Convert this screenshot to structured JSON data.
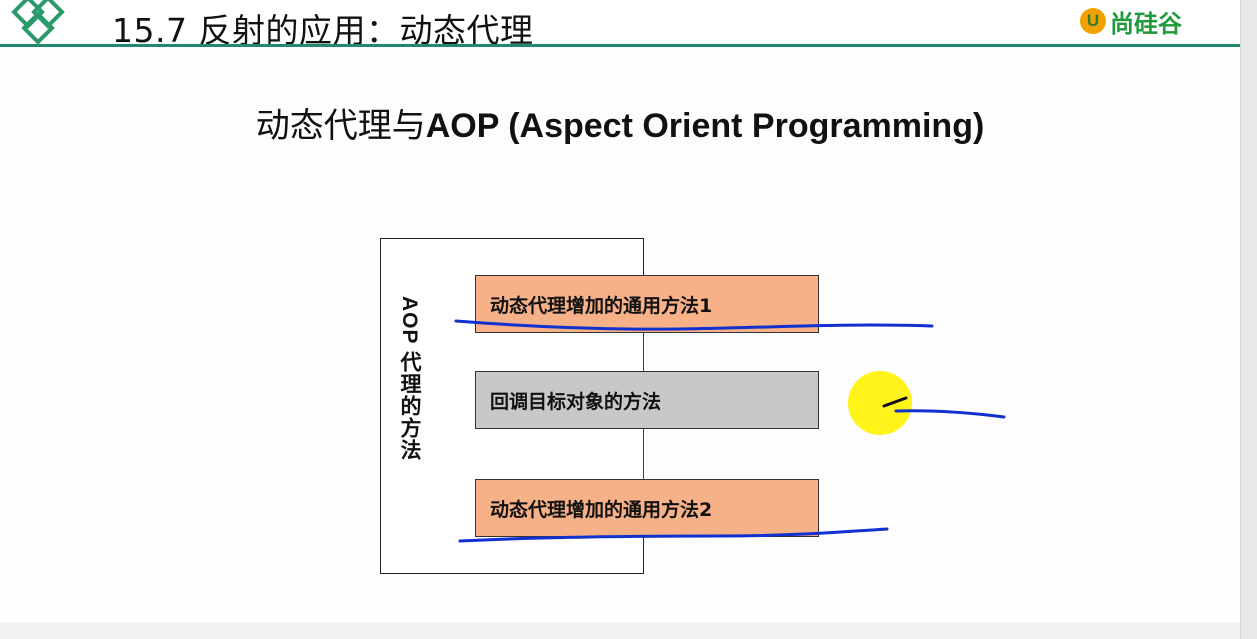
{
  "header": {
    "title": "15.7 反射的应用：动态代理",
    "brand_mark": "U",
    "brand_name": "尚硅谷",
    "colors": {
      "rule": "#1f8a70",
      "brand": "#1f9a3a"
    }
  },
  "slide": {
    "subtitle_cn": "动态代理与",
    "subtitle_en": "AOP (Aspect Orient Programming)",
    "diagram": {
      "frame_label": "AOP 代理的方法",
      "boxes": [
        {
          "label": "动态代理增加的通用方法1",
          "kind": "added",
          "color": "#f6b188"
        },
        {
          "label": "回调目标对象的方法",
          "kind": "callback",
          "color": "#c8c8c8"
        },
        {
          "label": "动态代理增加的通用方法2",
          "kind": "added",
          "color": "#f6b188"
        }
      ]
    },
    "annotations": {
      "ink_color": "#1030d0",
      "cursor_highlight_color": "#fff200"
    }
  }
}
